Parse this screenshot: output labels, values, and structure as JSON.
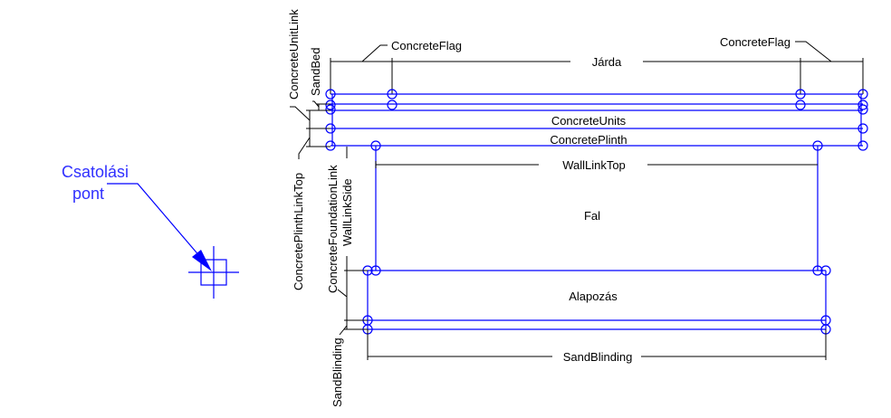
{
  "attach_point": {
    "label_line1": "Csatolási",
    "label_line2": "pont"
  },
  "labels": {
    "concrete_flag_left": "ConcreteFlag",
    "concrete_flag_right": "ConcreteFlag",
    "jarda": "Járda",
    "concrete_units": "ConcreteUnits",
    "concrete_plinth": "ConcretePlinth",
    "wall_link_top": "WallLinkTop",
    "fal": "Fal",
    "alapozas": "Alapozás",
    "sand_blinding_dim": "SandBlinding",
    "concrete_unit_link": "ConcreteUnitLink",
    "sand_bed": "SandBed",
    "concrete_plinth_link_top": "ConcretePlinthLinkTop",
    "concrete_foundation_link": "ConcreteFoundationLink",
    "wall_link_side": "WallLinkSide",
    "sand_blinding_side": "SandBlinding"
  },
  "colors": {
    "structure": "#0000ff",
    "dimension": "#000000",
    "attach_label": "#3030ff"
  }
}
